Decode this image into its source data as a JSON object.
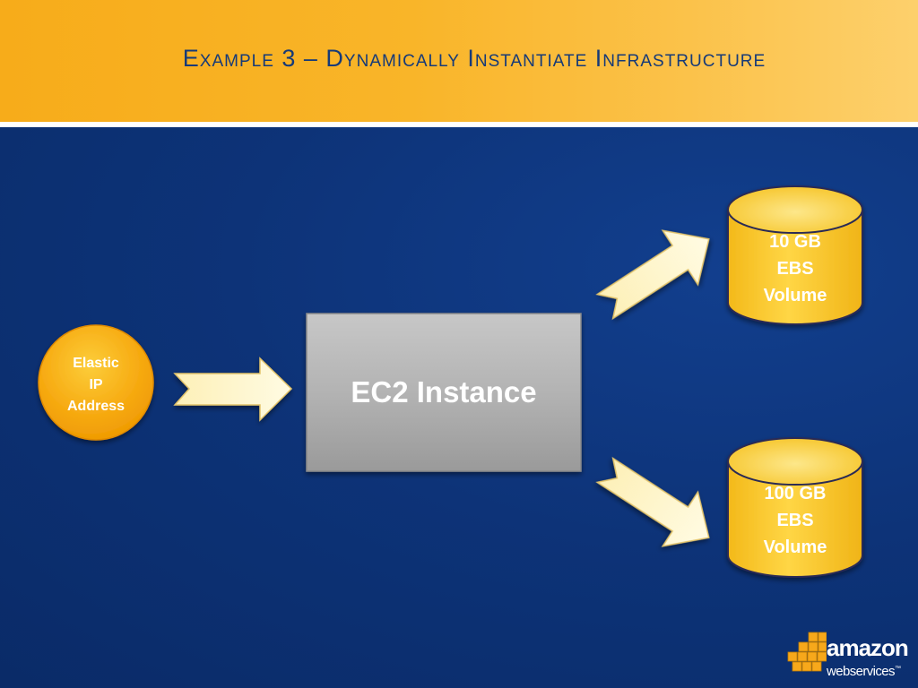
{
  "slide": {
    "title": "Example 3 – Dynamically Instantiate Infrastructure"
  },
  "diagram": {
    "elastic_ip": {
      "label": "Elastic\nIP\nAddress"
    },
    "ec2": {
      "label": "EC2 Instance"
    },
    "volumes": [
      {
        "label": "10 GB\nEBS\nVolume"
      },
      {
        "label": "100 GB\nEBS\nVolume"
      }
    ]
  },
  "branding": {
    "logo_word": "amazon",
    "logo_subword": "webservices",
    "trademark": "™",
    "icon": "aws-cubes-icon"
  },
  "colors": {
    "header_gold": "#f9b529",
    "title_blue": "#163a78",
    "background_blue": "#0c2f73",
    "volume_gold": "#f5c012",
    "arrow_cream": "#fff5c2",
    "ec2_gray": "#a9a9a9"
  }
}
